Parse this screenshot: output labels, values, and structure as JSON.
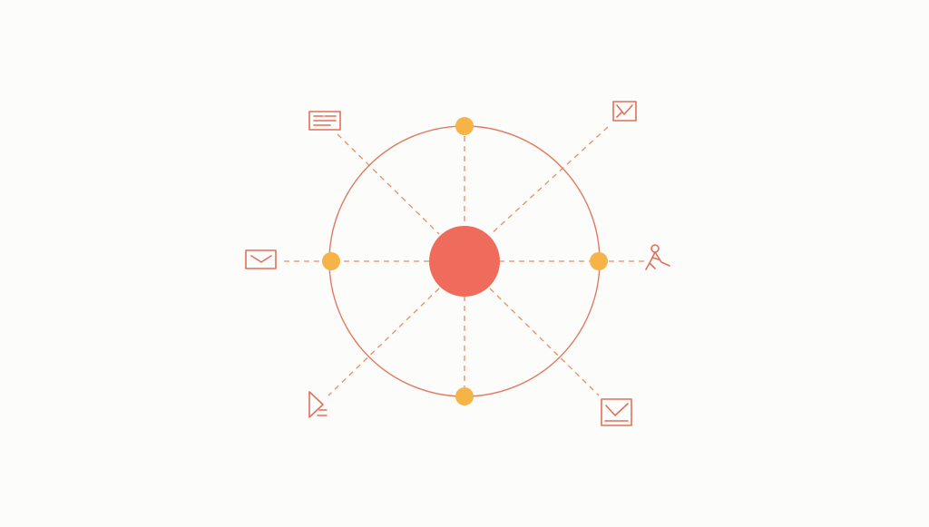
{
  "diagram": {
    "type": "hub-and-spoke",
    "center_node": {
      "shape": "filled-circle"
    },
    "ring": {
      "node_count": 4
    },
    "spokes": [
      {
        "icon": "document-lines-icon"
      },
      {
        "icon": "envelope-icon"
      },
      {
        "icon": "mail-icon"
      },
      {
        "icon": "person-icon"
      },
      {
        "icon": "send-icon"
      },
      {
        "icon": "checkbox-icon"
      }
    ]
  },
  "colors": {
    "background": "#fcfcfb",
    "hub": "#ef6b5b",
    "ring": "#e07b63",
    "ring_nodes": "#f6b347",
    "dashes": "#ea8c62",
    "icons": "#e26f5a"
  }
}
